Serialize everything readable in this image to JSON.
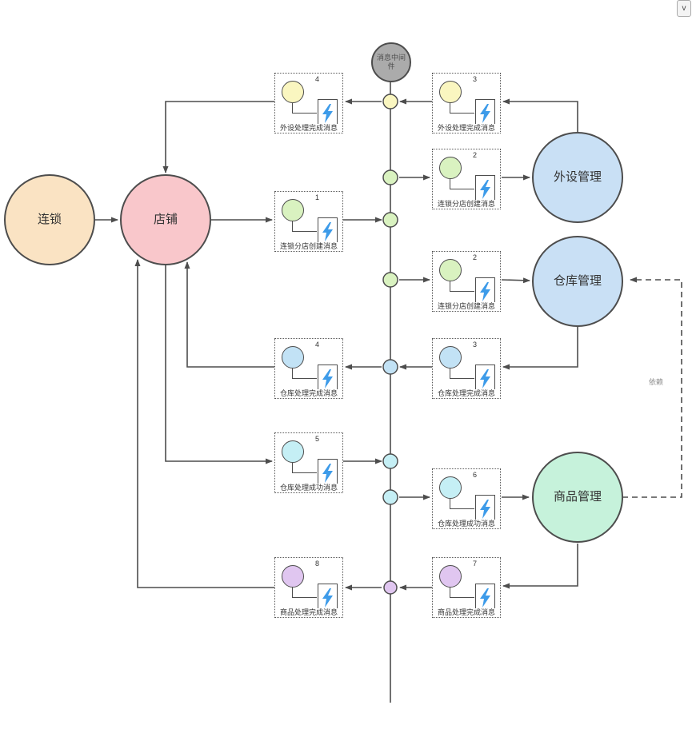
{
  "nodes": {
    "middleware": {
      "label": "消息中间件",
      "color": "#ABABAB"
    },
    "chain": {
      "label": "连锁",
      "color": "#FAE3C3"
    },
    "shop": {
      "label": "店铺",
      "color": "#F9C7CB"
    },
    "peripheral": {
      "label": "外设管理",
      "color": "#C9E0F5"
    },
    "warehouse": {
      "label": "仓库管理",
      "color": "#C9E0F5"
    },
    "product": {
      "label": "商品管理",
      "color": "#C6F2DB"
    }
  },
  "boxes": [
    {
      "num": "4",
      "label": "外设处理完成消息",
      "color": "#FAF6C0"
    },
    {
      "num": "3",
      "label": "外设处理完成消息",
      "color": "#FAF6C0"
    },
    {
      "num": "1",
      "label": "连锁分店创建消息",
      "color": "#D9F2C0"
    },
    {
      "num": "2",
      "label": "连锁分店创建消息",
      "color": "#D9F2C0"
    },
    {
      "num": "2",
      "label": "连锁分店创建消息",
      "color": "#D9F2C0"
    },
    {
      "num": "4",
      "label": "仓库处理完成消息",
      "color": "#C2E2F5"
    },
    {
      "num": "3",
      "label": "仓库处理完成消息",
      "color": "#C2E2F5"
    },
    {
      "num": "5",
      "label": "仓库处理成功消息",
      "color": "#C5EFF5"
    },
    {
      "num": "6",
      "label": "仓库处理成功消息",
      "color": "#C5EFF5"
    },
    {
      "num": "8",
      "label": "商品处理完成消息",
      "color": "#E0C6F0"
    },
    {
      "num": "7",
      "label": "商品处理完成消息",
      "color": "#E0C6F0"
    }
  ],
  "junctions": [
    {
      "color": "#FAF6C0"
    },
    {
      "color": "#D9F2C0"
    },
    {
      "color": "#D9F2C0"
    },
    {
      "color": "#D9F2C0"
    },
    {
      "color": "#C2E2F5"
    },
    {
      "color": "#C5EFF5"
    },
    {
      "color": "#C5EFF5"
    },
    {
      "color": "#E0C6F0"
    }
  ],
  "edges": {
    "dependency_label": "依赖"
  },
  "chrome": {
    "collapse_glyph": "v",
    "stroke_color": "#4d4d4d"
  }
}
